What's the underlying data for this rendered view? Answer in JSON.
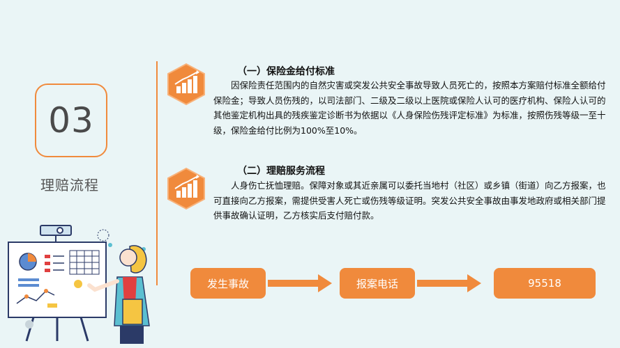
{
  "section_number": "03",
  "section_title": "理赔流程",
  "sections": [
    {
      "heading": "（一）保险金给付标准",
      "body": "因保险责任范围内的自然灾害或突发公共安全事故导致人员死亡的，按照本方案赔付标准全额给付保险金；导致人员伤残的，以司法部门、二级及二级以上医院或保险人认可的医疗机构、保险人认可的其他鉴定机构出具的残疾鉴定诊断书为依据以《人身保险伤残评定标准》为标准，按照伤残等级一至十级，保险金给付比例为100%至10%。"
    },
    {
      "heading": "（二）理赔服务流程",
      "body": "人身伤亡抚恤理赔。保障对象或其近亲属可以委托当地村（社区）或乡镇（街道）向乙方报案，也可直接向乙方报案，需提供受害人死亡或伤残等级证明。突发公共安全事故由事发地政府或相关部门提供事故确认证明，乙方核实后支付赔付款。"
    }
  ],
  "flow": [
    "发生事故",
    "报案电话",
    "95518"
  ],
  "colors": {
    "accent": "#f08a3c",
    "background": "#eaf5f6"
  },
  "icons": {
    "section_icon": "bar-chart-growth-icon"
  }
}
